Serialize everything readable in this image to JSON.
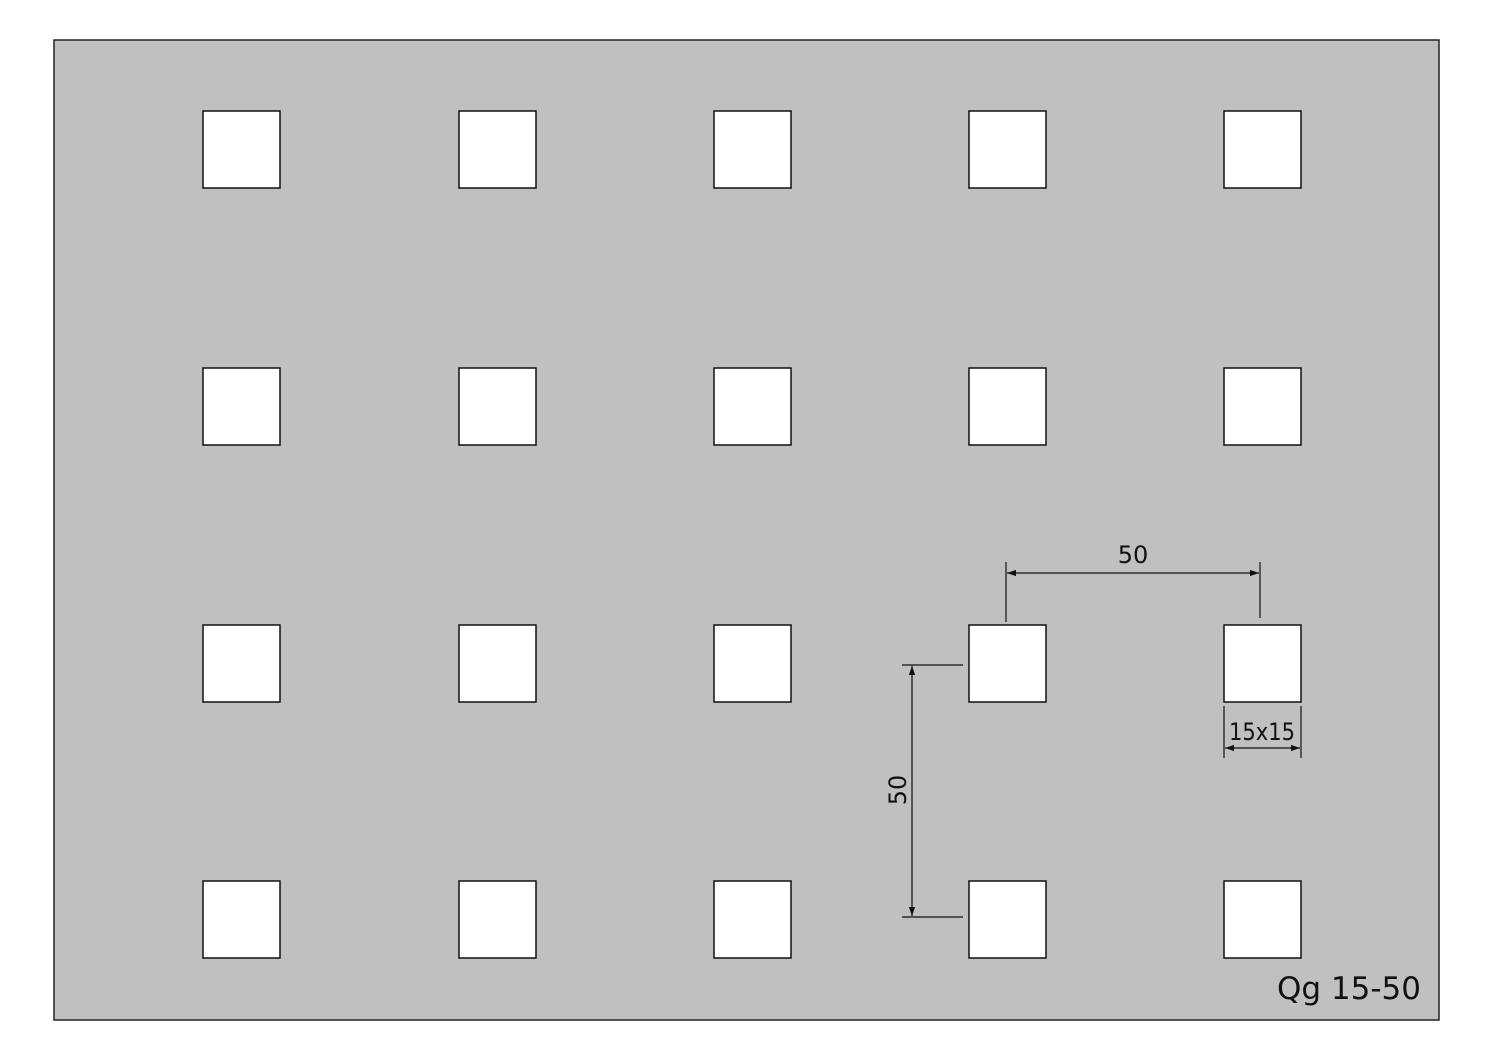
{
  "plate": {
    "fill_color": "#c0c0c0",
    "border_color": "#222222",
    "hole_color": "#ffffff",
    "hole_grid": {
      "rows": 4,
      "columns": 5
    }
  },
  "dimensions": {
    "horizontal_pitch": "50",
    "vertical_pitch": "50",
    "hole_size": "15x15"
  },
  "designation": "Qg 15-50"
}
